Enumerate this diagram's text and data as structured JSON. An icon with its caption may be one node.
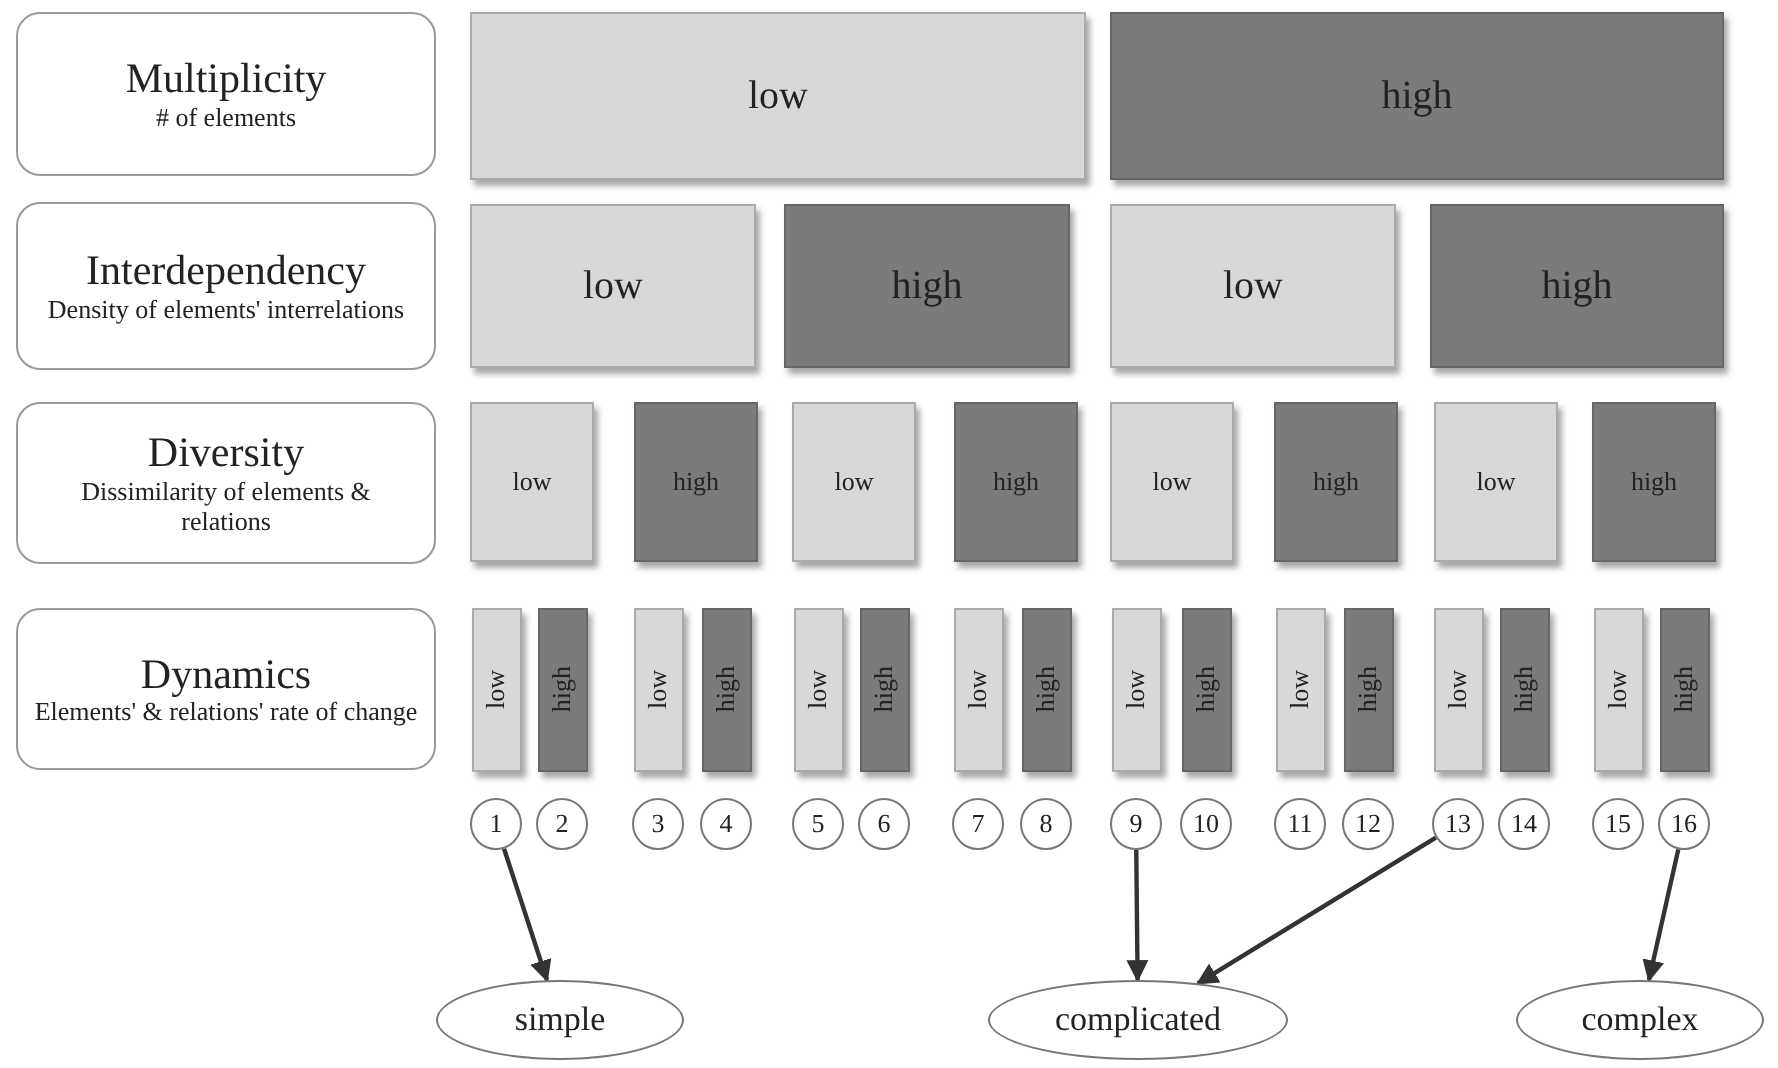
{
  "diagram": {
    "nodes": [
      {
        "text": [
          "Multiplicity",
          "# of elements"
        ]
      },
      {
        "text": [
          "low"
        ]
      },
      {
        "text": [
          "high"
        ]
      },
      {
        "text": [
          "Interdependency",
          "Density of elements' interrelations"
        ]
      },
      {
        "text": [
          "low"
        ]
      },
      {
        "text": [
          "high"
        ]
      },
      {
        "text": [
          "low"
        ]
      },
      {
        "text": [
          "high"
        ]
      },
      {
        "text": [
          "Diversity",
          "Dissimilarity of elements & relations"
        ]
      },
      {
        "text": [
          "low"
        ]
      },
      {
        "text": [
          "high"
        ]
      },
      {
        "text": [
          "low"
        ]
      },
      {
        "text": [
          "high"
        ]
      },
      {
        "text": [
          "low"
        ]
      },
      {
        "text": [
          "high"
        ]
      },
      {
        "text": [
          "low"
        ]
      },
      {
        "text": [
          "high"
        ]
      },
      {
        "text": [
          "Dynamics",
          "Elements' & relations' rate of change"
        ]
      },
      {
        "text": [
          "low"
        ]
      },
      {
        "text": [
          "high"
        ]
      },
      {
        "text": [
          "low"
        ]
      },
      {
        "text": [
          "high"
        ]
      },
      {
        "text": [
          "low"
        ]
      },
      {
        "text": [
          "high"
        ]
      },
      {
        "text": [
          "low"
        ]
      },
      {
        "text": [
          "high"
        ]
      },
      {
        "text": [
          "low"
        ]
      },
      {
        "text": [
          "high"
        ]
      },
      {
        "text": [
          "low"
        ]
      },
      {
        "text": [
          "high"
        ]
      },
      {
        "text": [
          "low"
        ]
      },
      {
        "text": [
          "high"
        ]
      },
      {
        "text": [
          "low"
        ]
      },
      {
        "text": [
          "high"
        ]
      },
      {
        "text": [
          "1"
        ]
      },
      {
        "text": [
          "2"
        ]
      },
      {
        "text": [
          "3"
        ]
      },
      {
        "text": [
          "4"
        ]
      },
      {
        "text": [
          "5"
        ]
      },
      {
        "text": [
          "6"
        ]
      },
      {
        "text": [
          "7"
        ]
      },
      {
        "text": [
          "8"
        ]
      },
      {
        "text": [
          "9"
        ]
      },
      {
        "text": [
          "10"
        ]
      },
      {
        "text": [
          "11"
        ]
      },
      {
        "text": [
          "12"
        ]
      },
      {
        "text": [
          "13"
        ]
      },
      {
        "text": [
          "14"
        ]
      },
      {
        "text": [
          "15"
        ]
      },
      {
        "text": [
          "16"
        ]
      },
      {
        "text": [
          "simple"
        ]
      },
      {
        "text": [
          "complicated"
        ]
      },
      {
        "text": [
          "complex"
        ]
      }
    ],
    "edges": [
      {
        "from": 34,
        "to": 50,
        "arrow": "to"
      },
      {
        "from": 42,
        "to": 51,
        "arrow": "to"
      },
      {
        "from": 46,
        "to": 51,
        "arrow": "to"
      },
      {
        "from": 49,
        "to": 52,
        "arrow": "to"
      }
    ]
  }
}
